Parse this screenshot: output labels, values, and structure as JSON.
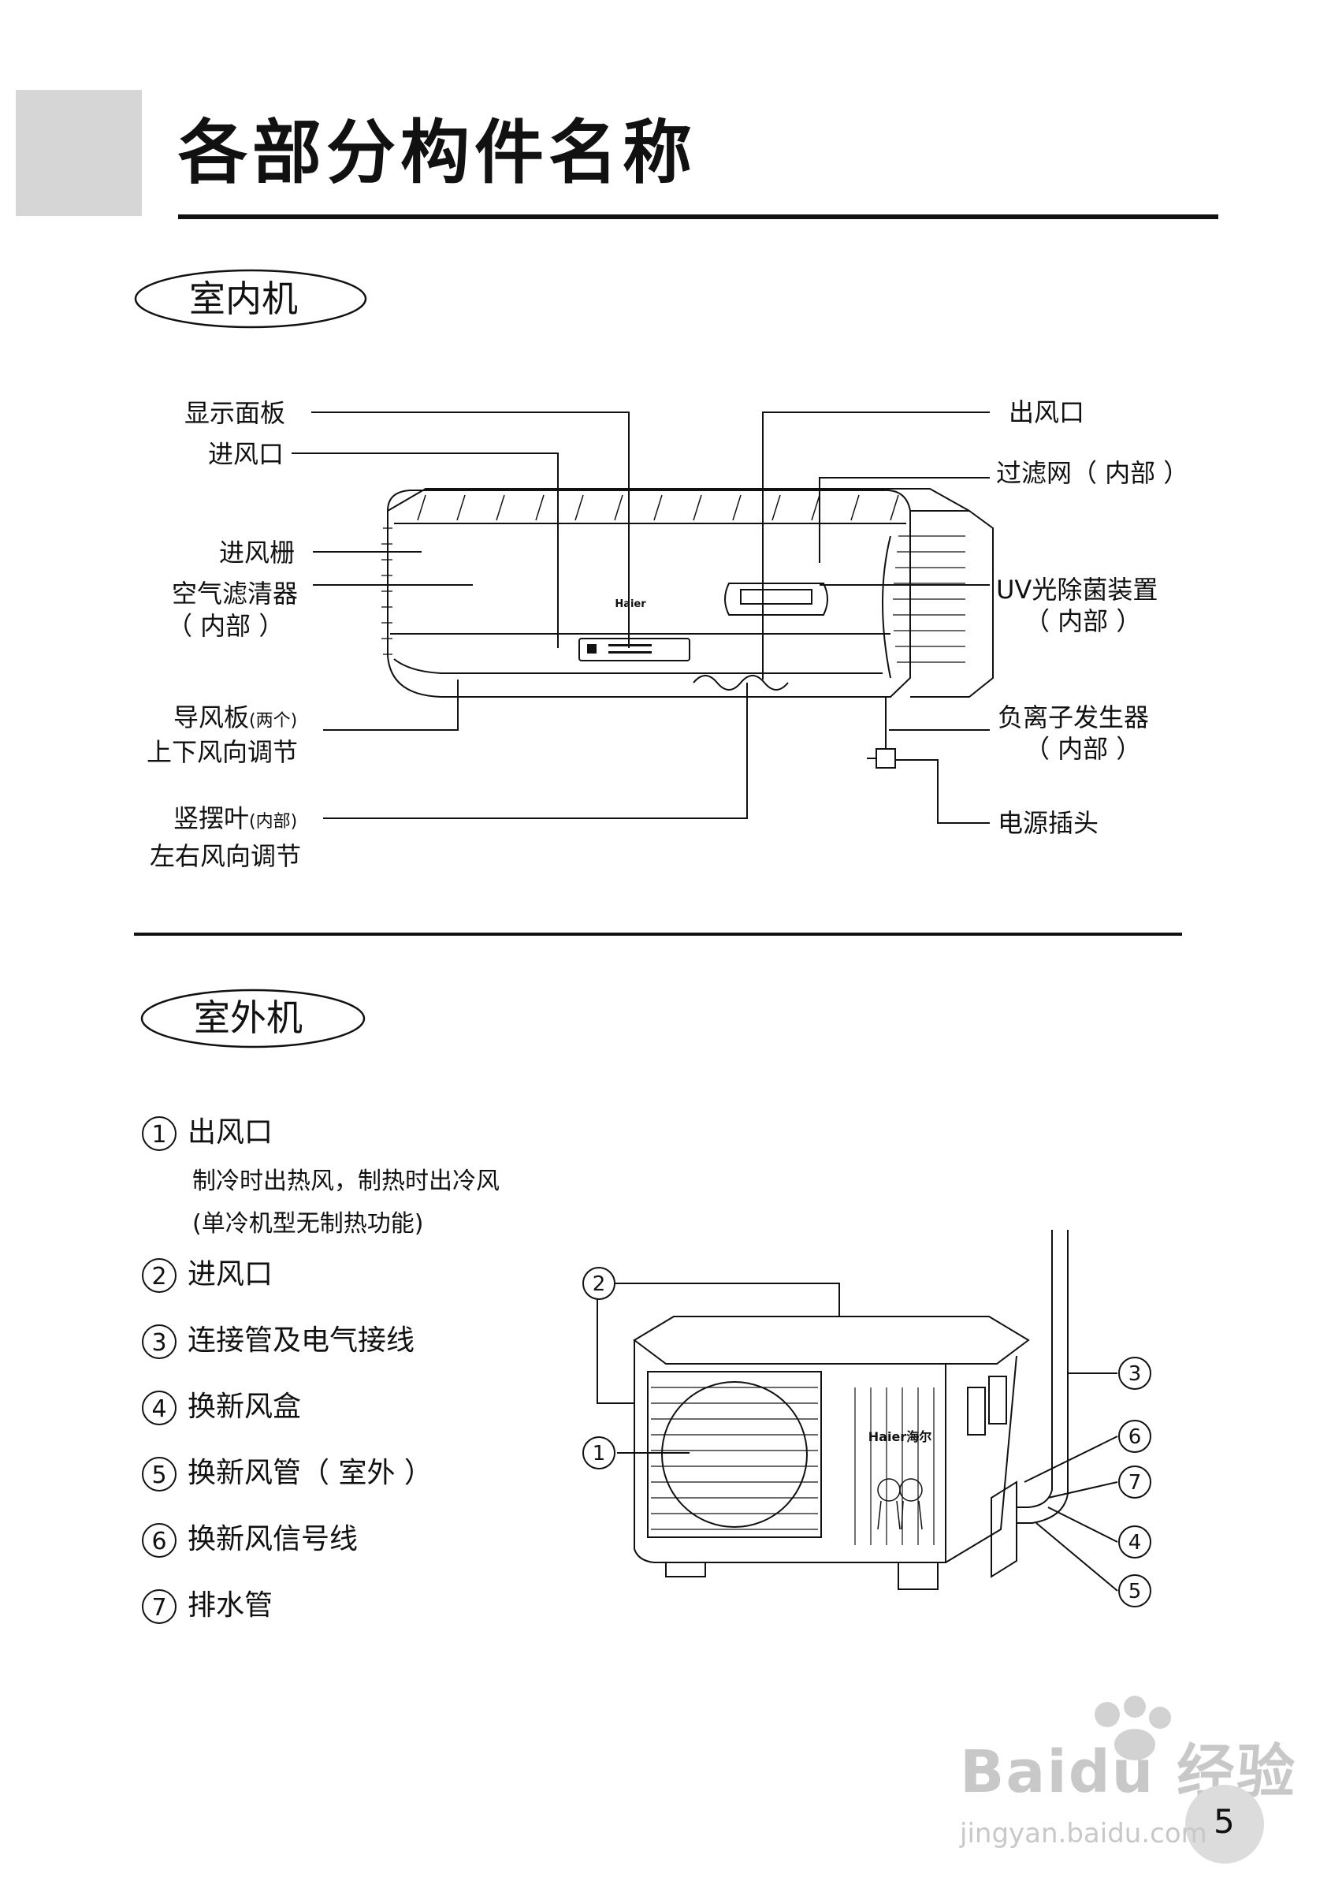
{
  "page": {
    "title": "各部分构件名称",
    "page_number": "5",
    "watermark_brand": "Baidu 经验",
    "watermark_url": "jingyan.baidu.com"
  },
  "indoor": {
    "section_title": "室内机",
    "brand": "Haier",
    "labels": {
      "display_panel": "显示面板",
      "air_inlet": "进风口",
      "inlet_grille": "进风栅",
      "air_filter_cleaner": "空气滤清器",
      "air_filter_cleaner_note": "（ 内部 ）",
      "louver": "导风板",
      "louver_count": "(两个)",
      "louver_note": "上下风向调节",
      "vertical_blade": "竖摆叶",
      "vertical_blade_note_small": "(内部)",
      "vertical_blade_note": "左右风向调节",
      "air_outlet": "出风口",
      "filter_net": "过滤网（ 内部 ）",
      "uv_device": "UV光除菌装置",
      "uv_device_note": "（ 内部 ）",
      "anion_generator": "负离子发生器",
      "anion_generator_note": "（ 内部 ）",
      "power_plug": "电源插头"
    }
  },
  "outdoor": {
    "section_title": "室外机",
    "brand": "Haier海尔",
    "items": [
      {
        "num": "1",
        "label": "出风口"
      },
      {
        "num": "2",
        "label": "进风口"
      },
      {
        "num": "3",
        "label": "连接管及电气接线"
      },
      {
        "num": "4",
        "label": "换新风盒"
      },
      {
        "num": "5",
        "label": "换新风管（ 室外 ）"
      },
      {
        "num": "6",
        "label": "换新风信号线"
      },
      {
        "num": "7",
        "label": "排水管"
      }
    ],
    "item1_notes": [
      "制冷时出热风，制热时出冷风",
      "(单冷机型无制热功能)"
    ]
  },
  "colors": {
    "ink": "#111111",
    "tab_grey": "#d6d6d6",
    "watermark": "#c8c8c8"
  }
}
